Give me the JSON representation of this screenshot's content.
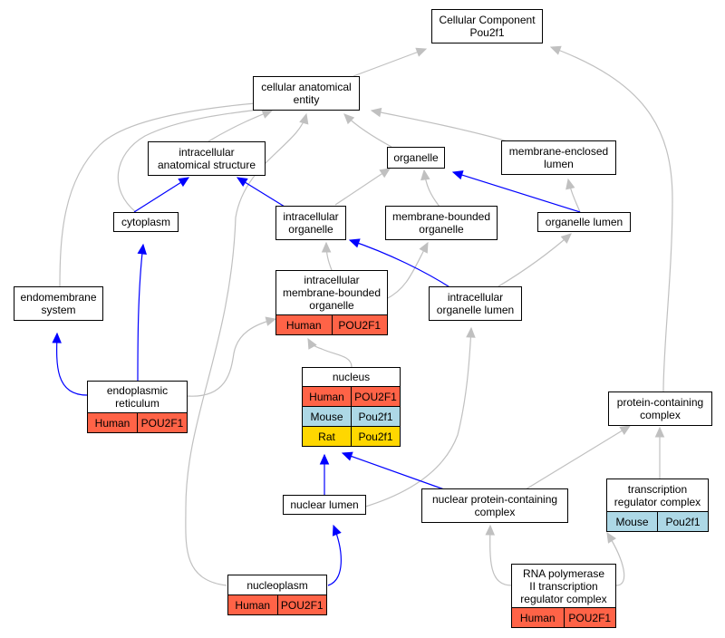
{
  "nodes": {
    "cellular_component": {
      "label": "Cellular Component\nPou2f1"
    },
    "cellular_anatomical_entity": {
      "label": "cellular anatomical\nentity"
    },
    "intracellular_anatomical_structure": {
      "label": "intracellular\nanatomical structure"
    },
    "organelle": {
      "label": "organelle"
    },
    "membrane_enclosed_lumen": {
      "label": "membrane-enclosed\nlumen"
    },
    "cytoplasm": {
      "label": "cytoplasm"
    },
    "intracellular_organelle": {
      "label": "intracellular\norganelle"
    },
    "membrane_bounded_organelle": {
      "label": "membrane-bounded\norganelle"
    },
    "organelle_lumen": {
      "label": "organelle lumen"
    },
    "endomembrane_system": {
      "label": "endomembrane\nsystem"
    },
    "intracellular_membrane_bounded_organelle": {
      "label": "intracellular\nmembrane-bounded\norganelle",
      "rows": [
        {
          "species": "Human",
          "gene": "POU2F1"
        }
      ]
    },
    "intracellular_organelle_lumen": {
      "label": "intracellular\norganelle lumen"
    },
    "nucleus": {
      "label": "nucleus",
      "rows": [
        {
          "species": "Human",
          "gene": "POU2F1"
        },
        {
          "species": "Mouse",
          "gene": "Pou2f1"
        },
        {
          "species": "Rat",
          "gene": "Pou2f1"
        }
      ]
    },
    "endoplasmic_reticulum": {
      "label": "endoplasmic\nreticulum",
      "rows": [
        {
          "species": "Human",
          "gene": "POU2F1"
        }
      ]
    },
    "protein_containing_complex": {
      "label": "protein-containing\ncomplex"
    },
    "nuclear_lumen": {
      "label": "nuclear lumen"
    },
    "nuclear_protein_containing_complex": {
      "label": "nuclear protein-containing\ncomplex"
    },
    "transcription_regulator_complex": {
      "label": "transcription\nregulator complex",
      "rows": [
        {
          "species": "Mouse",
          "gene": "Pou2f1"
        }
      ]
    },
    "nucleoplasm": {
      "label": "nucleoplasm",
      "rows": [
        {
          "species": "Human",
          "gene": "POU2F1"
        }
      ]
    },
    "rna_pol_ii_complex": {
      "label": "RNA polymerase\nII transcription\nregulator complex",
      "rows": [
        {
          "species": "Human",
          "gene": "POU2F1"
        }
      ]
    }
  },
  "species_colors": {
    "Human": "#ff6347",
    "Mouse": "#add8e6",
    "Rat": "#ffd700"
  },
  "edge_colors": {
    "is_a": "#c0c0c0",
    "part_of": "#0000ff"
  }
}
